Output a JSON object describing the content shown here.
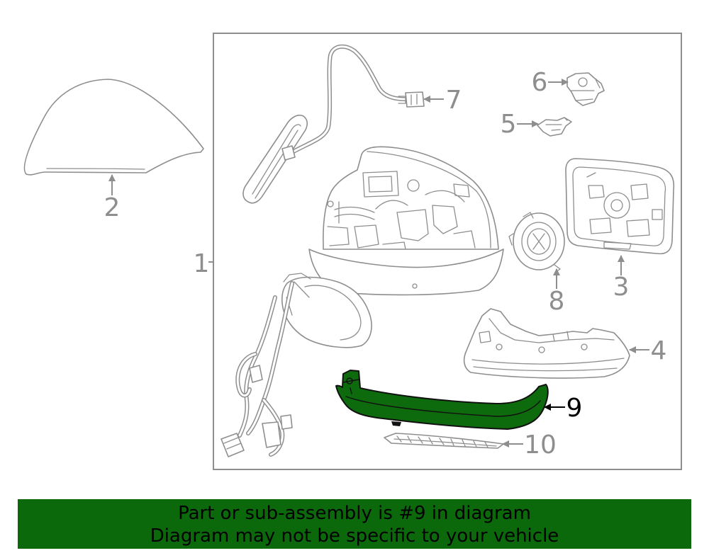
{
  "diagram": {
    "callouts": {
      "p1": "1",
      "p2": "2",
      "p3": "3",
      "p4": "4",
      "p5": "5",
      "p6": "6",
      "p7": "7",
      "p8": "8",
      "p9": "9",
      "p10": "10"
    },
    "colors": {
      "line": "#8e8e8e",
      "highlight_fill": "#0d6a0d",
      "highlight_label": "#000000"
    }
  },
  "banner": {
    "line1": "Part or sub-assembly is #9 in diagram",
    "line2": "Diagram may not be specific to your vehicle",
    "background": "#0b690b",
    "text_color": "#000000"
  }
}
